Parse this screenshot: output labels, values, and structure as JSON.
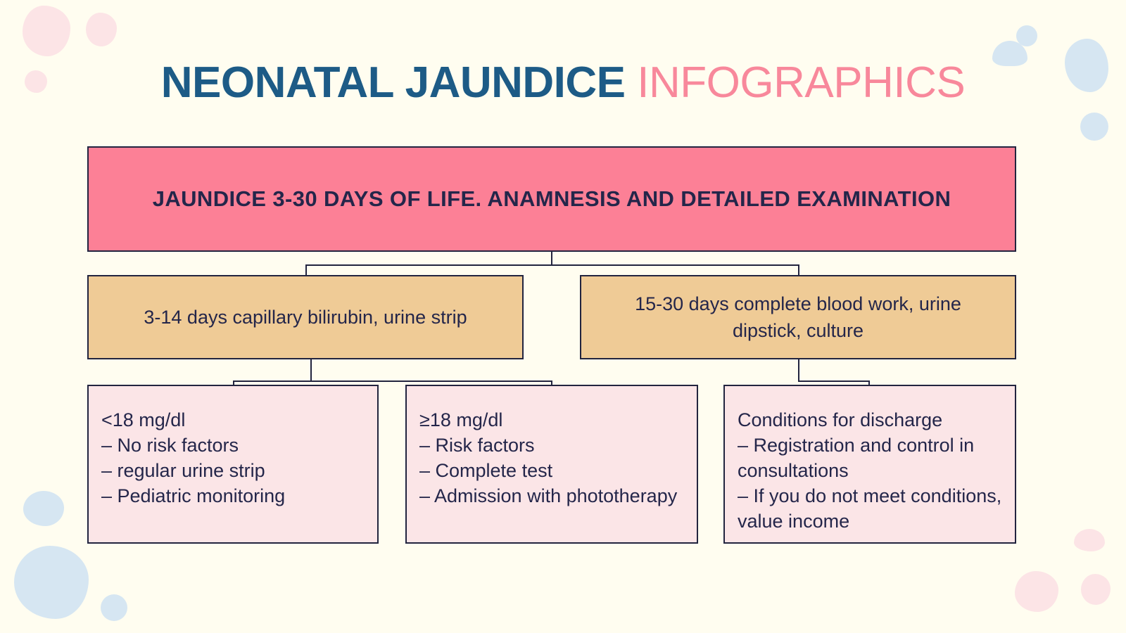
{
  "page": {
    "background_color": "#FFFDF0",
    "title_part1": "NEONATAL JAUNDICE",
    "title_part2": "INFOGRAPHICS",
    "title_color_main": "#1D5B86",
    "title_color_accent": "#F8889B"
  },
  "flowchart": {
    "root": {
      "text": "JAUNDICE 3-30 DAYS OF LIFE. ANAMNESIS AND DETAILED EXAMINATION",
      "fill": "#FC8096",
      "text_color": "#24264A"
    },
    "level2": [
      {
        "text": "3-14 days capillary bilirubin, urine strip",
        "fill": "#EFCB96",
        "text_color": "#24264A"
      },
      {
        "text": "15-30 days complete blood work, urine dipstick, culture",
        "fill": "#EFCB96",
        "text_color": "#24264A"
      }
    ],
    "level3": [
      {
        "text": "<18 mg/dl\n– No risk factors\n– regular urine strip\n– Pediatric monitoring",
        "fill": "#FBE5E7",
        "text_color": "#24264A"
      },
      {
        "text": "≥18 mg/dl\n– Risk factors\n– Complete test\n– Admission with phototherapy",
        "fill": "#FBE5E7",
        "text_color": "#24264A"
      },
      {
        "text": "Conditions for discharge\n– Registration and control in consultations\n– If you do not meet conditions, value income",
        "fill": "#FBE5E7",
        "text_color": "#24264A"
      }
    ],
    "connector_color": "#22243F"
  },
  "decoration": {
    "pink_blob_color": "#FCE4E6",
    "blue_blob_color": "#D6E6F2"
  }
}
